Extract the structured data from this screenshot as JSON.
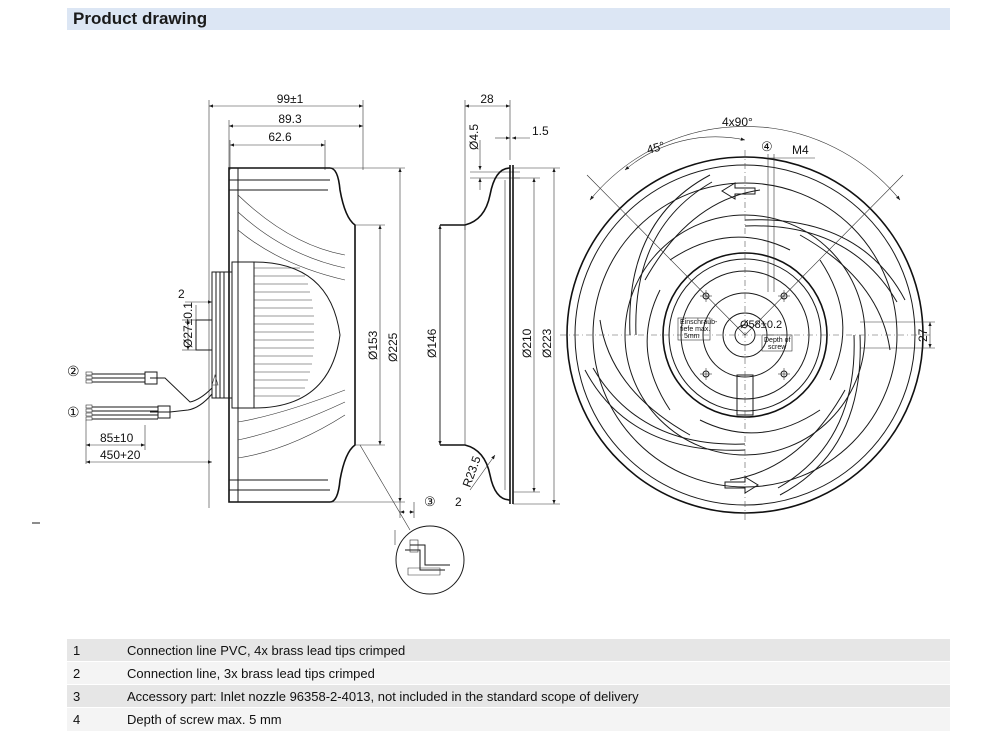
{
  "header": {
    "title": "Product drawing"
  },
  "dimensions": {
    "side_view": {
      "overall_width": "99±1",
      "width_2": "89.3",
      "width_3": "62.6",
      "offset": "2",
      "shaft_diameter": "Ø27±0.1",
      "diameter_inner": "Ø153",
      "diameter_outer": "Ø225",
      "lead_short": "85±10",
      "lead_long": "450+20"
    },
    "nozzle_view": {
      "depth": "28",
      "hole": "Ø4.5",
      "thickness": "1.5",
      "diameter_inner": "Ø146",
      "diameter_mid": "Ø210",
      "diameter_outer": "Ø223",
      "radius": "R23.5",
      "detail_offset": "2"
    },
    "front_view": {
      "angle_pattern": "4x90°",
      "angle": "45°",
      "thread": "M4",
      "bolt_circle": "Ø58±0.2",
      "offset_right": "27",
      "label_screw_line1": "Einschraub-",
      "label_screw_line2": "tiefe max.",
      "label_screw_line3": "5mm",
      "label_depth_line1": "Depth of",
      "label_depth_line2": "screw"
    }
  },
  "callouts": {
    "c1": "①",
    "c2": "②",
    "c3": "③",
    "c4": "④"
  },
  "legend": [
    {
      "num": "1",
      "text": "Connection line PVC, 4x brass lead tips crimped"
    },
    {
      "num": "2",
      "text": "Connection line, 3x brass lead tips crimped"
    },
    {
      "num": "3",
      "text": "Accessory part: Inlet nozzle 96358-2-4013, not included in the standard scope of delivery"
    },
    {
      "num": "4",
      "text": "Depth of screw max. 5 mm"
    }
  ]
}
